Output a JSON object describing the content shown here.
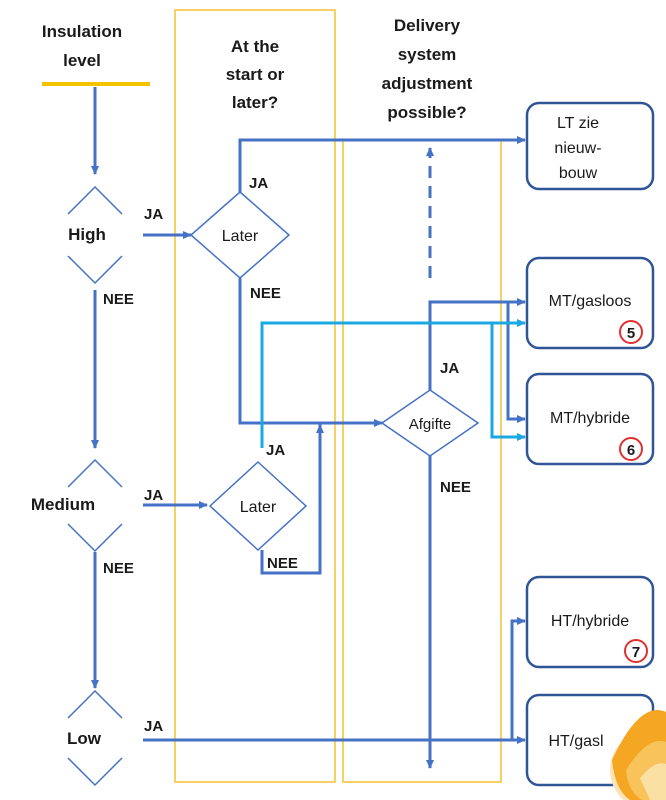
{
  "colors": {
    "flow_blue": "#4472C4",
    "flow_cyan": "#1AA8E0",
    "column_border": "#F2C233",
    "insulation_underline": "#F5C400",
    "box_border": "#2F5597",
    "badge_ring": "#E03030",
    "logo_orange": "#F5A623"
  },
  "headers": {
    "insulation_line1": "Insulation",
    "insulation_line2": "level",
    "timing_line1": "At the",
    "timing_line2": "start or",
    "timing_line3": "later?",
    "delivery_line1": "Delivery",
    "delivery_line2": "system",
    "delivery_line3": "adjustment",
    "delivery_line4": "possible?"
  },
  "levels": {
    "high": "High",
    "medium": "Medium",
    "low": "Low"
  },
  "decisions": {
    "later_high": "Later",
    "later_medium": "Later",
    "afgifte": "Afgifte"
  },
  "edge_labels": {
    "yes": "JA",
    "no": "NEE"
  },
  "outcomes": {
    "lt_line1": "LT  zie",
    "lt_line2": "nieuw-",
    "lt_line3": "bouw",
    "mt_gasloos": "MT/gasloos",
    "mt_hybride": "MT/hybride",
    "ht_hybride": "HT/hybride",
    "ht_gasloos": "HT/gasl"
  },
  "badges": {
    "mt_gasloos": "5",
    "mt_hybride": "6",
    "ht_hybride": "7"
  }
}
